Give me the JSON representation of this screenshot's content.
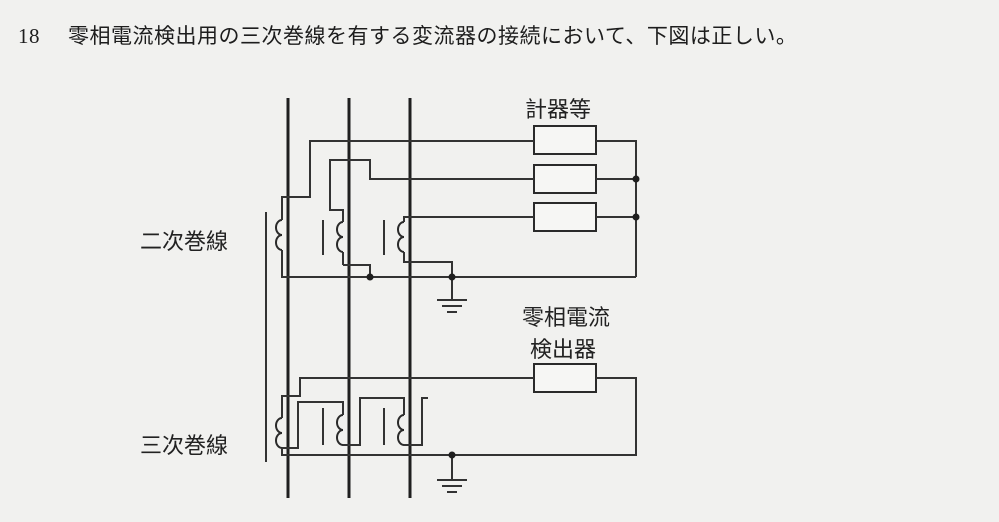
{
  "question": {
    "number": "18",
    "text": "零相電流検出用の三次巻線を有する変流器の接続において、下図は正しい。"
  },
  "diagram": {
    "label_meters": "計器等",
    "label_zct_line1": "零相電流",
    "label_zct_line2": "検出器",
    "label_secondary": "二次巻線",
    "label_tertiary": "三次巻線"
  }
}
